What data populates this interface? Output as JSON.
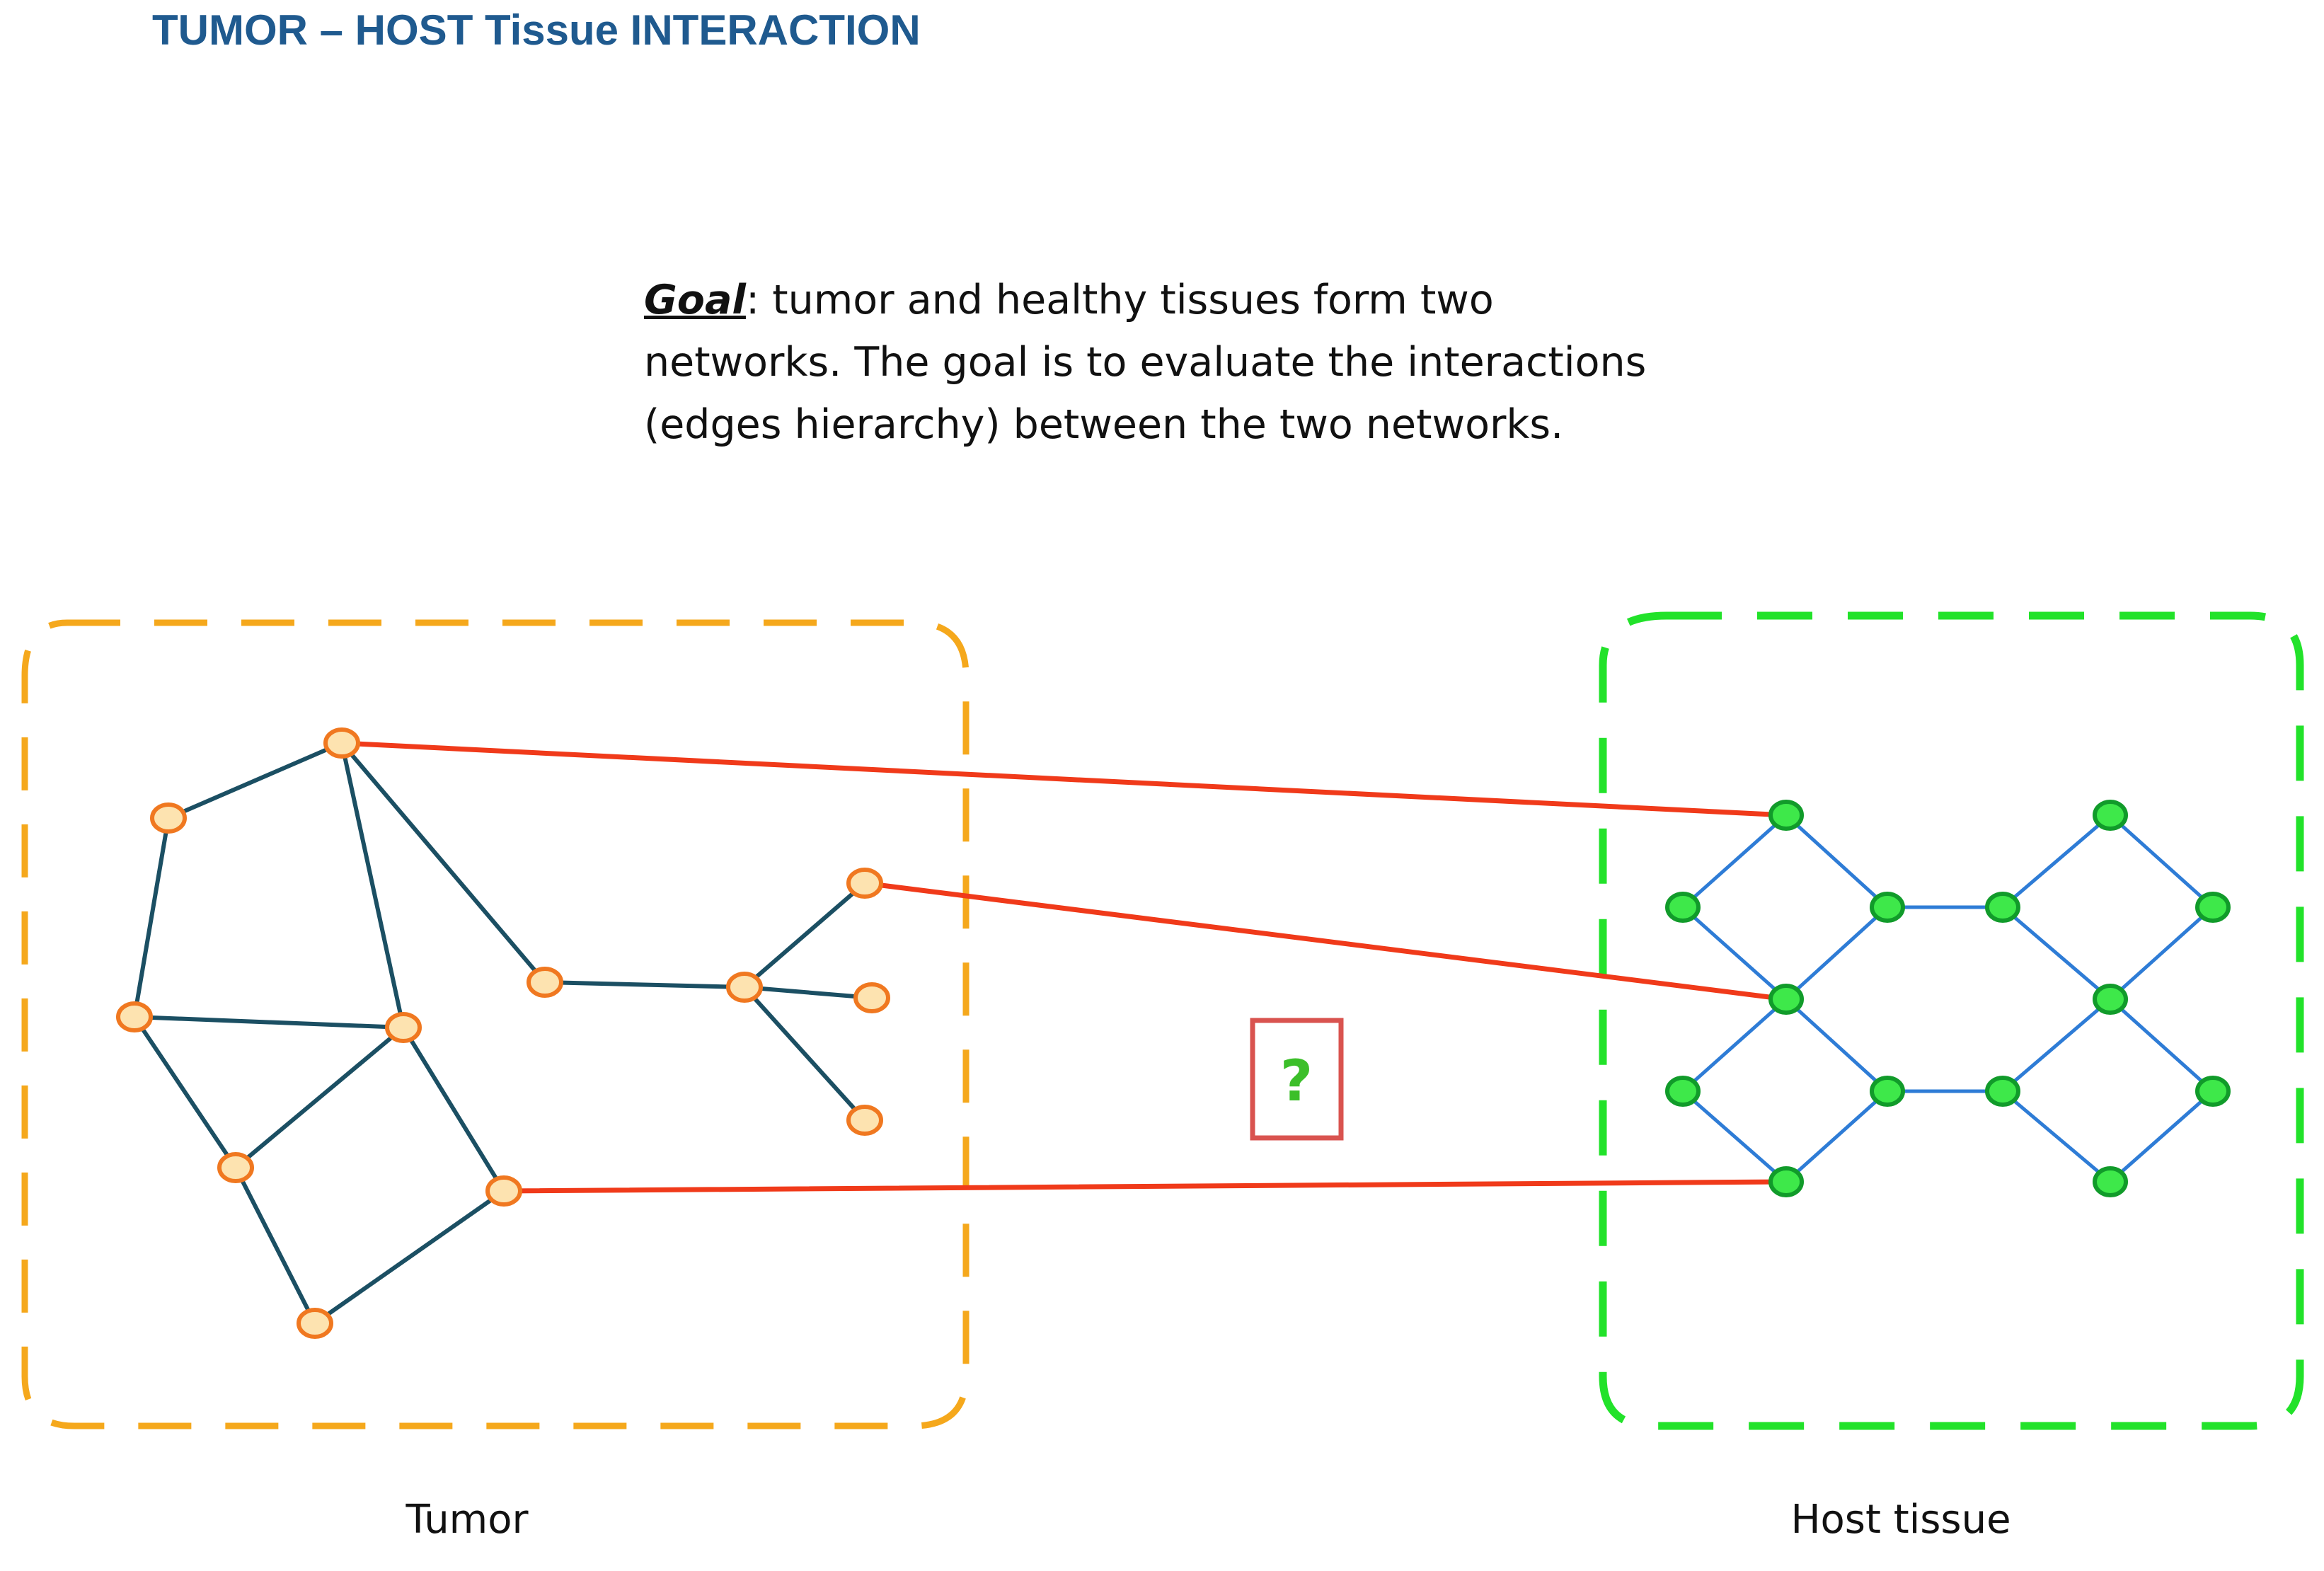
{
  "title": "TUMOR – HOST Tissue INTERACTION",
  "goal": {
    "label": "Goal",
    "lines": [
      ": tumor and healthy tissues form two",
      "networks. The goal is to evaluate the interactions",
      "(edges hierarchy) between the two networks."
    ]
  },
  "question_mark": "?",
  "tumor_caption": "Tumor",
  "host_caption": "Host tissue",
  "colors": {
    "tumor_border": "#f5a81c",
    "host_border": "#22e22a",
    "tumor_node_fill": "#fde3b0",
    "tumor_node_stroke": "#f07820",
    "tumor_edge": "#1b4f63",
    "host_node_fill": "#3ee84a",
    "host_node_stroke": "#119b2a",
    "host_edge": "#2e7cd6",
    "interaction_edge": "#f03a1a",
    "question_box": "#d9534f",
    "question_text": "#3cbf2a"
  }
}
